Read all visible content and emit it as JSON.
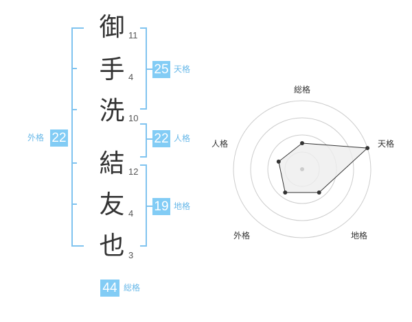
{
  "name": {
    "characters": [
      {
        "char": "御",
        "strokes": "11"
      },
      {
        "char": "手",
        "strokes": "4"
      },
      {
        "char": "洗",
        "strokes": "10"
      },
      {
        "char": "結",
        "strokes": "12"
      },
      {
        "char": "友",
        "strokes": "4"
      },
      {
        "char": "也",
        "strokes": "3"
      }
    ]
  },
  "kakusu": {
    "tenkaku": {
      "value": "25",
      "label": "天格"
    },
    "jinkaku": {
      "value": "22",
      "label": "人格"
    },
    "chikaku": {
      "value": "19",
      "label": "地格"
    },
    "gaikaku": {
      "value": "22",
      "label": "外格"
    },
    "soukaku": {
      "value": "44",
      "label": "総格"
    }
  },
  "chart_data": {
    "type": "radar",
    "axes": [
      "総格",
      "天格",
      "地格",
      "外格",
      "人格"
    ],
    "values": [
      0.38,
      1.0,
      0.42,
      0.42,
      0.36
    ],
    "rings": 4,
    "colors": {
      "fill": "#eeeeee",
      "stroke": "#333333",
      "grid": "#cccccc",
      "accent": "#82ccf5"
    }
  }
}
